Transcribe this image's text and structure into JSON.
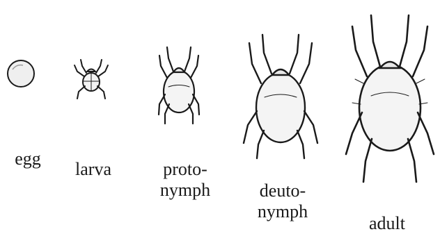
{
  "stages": [
    {
      "id": "egg",
      "label_lines": [
        "egg"
      ]
    },
    {
      "id": "larva",
      "label_lines": [
        "larva"
      ]
    },
    {
      "id": "protonymph",
      "label_lines": [
        "proto-",
        "nymph"
      ]
    },
    {
      "id": "deutonymph",
      "label_lines": [
        "deuto-",
        "nymph"
      ]
    },
    {
      "id": "adult",
      "label_lines": [
        "adult"
      ]
    }
  ],
  "colors": {
    "ink": "#1a1a1a",
    "body_fill": "#f4f4f4",
    "background": "#ffffff"
  }
}
